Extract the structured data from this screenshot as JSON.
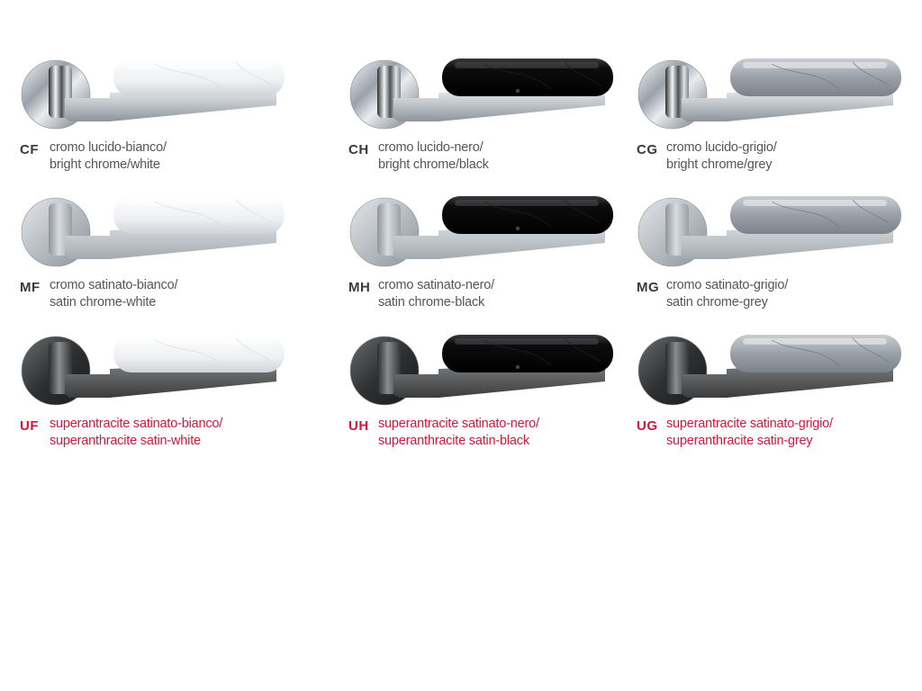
{
  "finishes": [
    {
      "code": "CF",
      "italian": "cromo lucido-bianco/",
      "english": "bright chrome/white",
      "metal": "chrome",
      "grip": "white",
      "highlight": false
    },
    {
      "code": "CH",
      "italian": "cromo lucido-nero/",
      "english": "bright chrome/black",
      "metal": "chrome",
      "grip": "black",
      "highlight": false
    },
    {
      "code": "CG",
      "italian": "cromo lucido-grigio/",
      "english": "bright chrome/grey",
      "metal": "chrome",
      "grip": "grey",
      "highlight": false
    },
    {
      "code": "MF",
      "italian": "cromo satinato-bianco/",
      "english": "satin chrome-white",
      "metal": "satin",
      "grip": "white",
      "highlight": false
    },
    {
      "code": "MH",
      "italian": "cromo satinato-nero/",
      "english": "satin chrome-black",
      "metal": "satin",
      "grip": "black",
      "highlight": false
    },
    {
      "code": "MG",
      "italian": "cromo satinato-grigio/",
      "english": "satin chrome-grey",
      "metal": "satin",
      "grip": "grey",
      "highlight": false
    },
    {
      "code": "UF",
      "italian": "superantracite satinato-bianco/",
      "english": "superanthracite satin-white",
      "metal": "anthracite",
      "grip": "white",
      "highlight": true
    },
    {
      "code": "UH",
      "italian": "superantracite satinato-nero/",
      "english": "superanthracite satin-black",
      "metal": "anthracite",
      "grip": "black",
      "highlight": true
    },
    {
      "code": "UG",
      "italian": "superantracite satinato-grigio/",
      "english": "superanthracite satin-grey",
      "metal": "anthracite",
      "grip": "grey",
      "highlight": true
    }
  ],
  "colors": {
    "text": "#555555",
    "code_text": "#3a3a3a",
    "highlight": "#d4163b"
  }
}
